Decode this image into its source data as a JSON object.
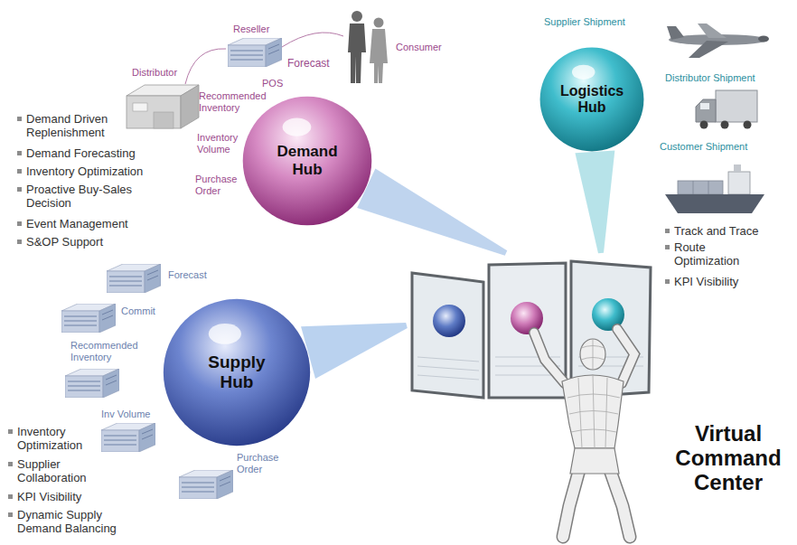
{
  "diagram": {
    "nodes": [
      {
        "text": [
          "Demand Hub"
        ]
      },
      {
        "text": [
          "Logistics Hub"
        ]
      },
      {
        "text": [
          "Supply Hub"
        ]
      },
      {
        "text": [
          "Virtual Command Center"
        ]
      }
    ],
    "edges": [
      {
        "from": 3,
        "to": 0,
        "arrow": "none"
      },
      {
        "from": 3,
        "to": 1,
        "arrow": "none"
      },
      {
        "from": 3,
        "to": 2,
        "arrow": "none"
      }
    ],
    "labels": [
      "Reseller",
      "Consumer",
      "Distributor",
      "Forecast",
      "POS",
      "Recommended Inventory",
      "Inventory Volume",
      "Purchase Order",
      "Demand Driven Replenishment",
      "Demand Forecasting",
      "Inventory Optimization",
      "Proactive Buy-Sales Decision",
      "Event Management",
      "S&OP Support",
      "Supplier Shipment",
      "Distributor Shipment",
      "Customer Shipment",
      "Track and Trace",
      "Route Optimization",
      "KPI Visibility",
      "Forecast",
      "Commit",
      "Recommended Inventory",
      "Inv Volume",
      "Purchase Order",
      "Inventory Optimization",
      "Supplier Collaboration",
      "KPI Visibility",
      "Dynamic Supply Demand Balancing"
    ]
  }
}
